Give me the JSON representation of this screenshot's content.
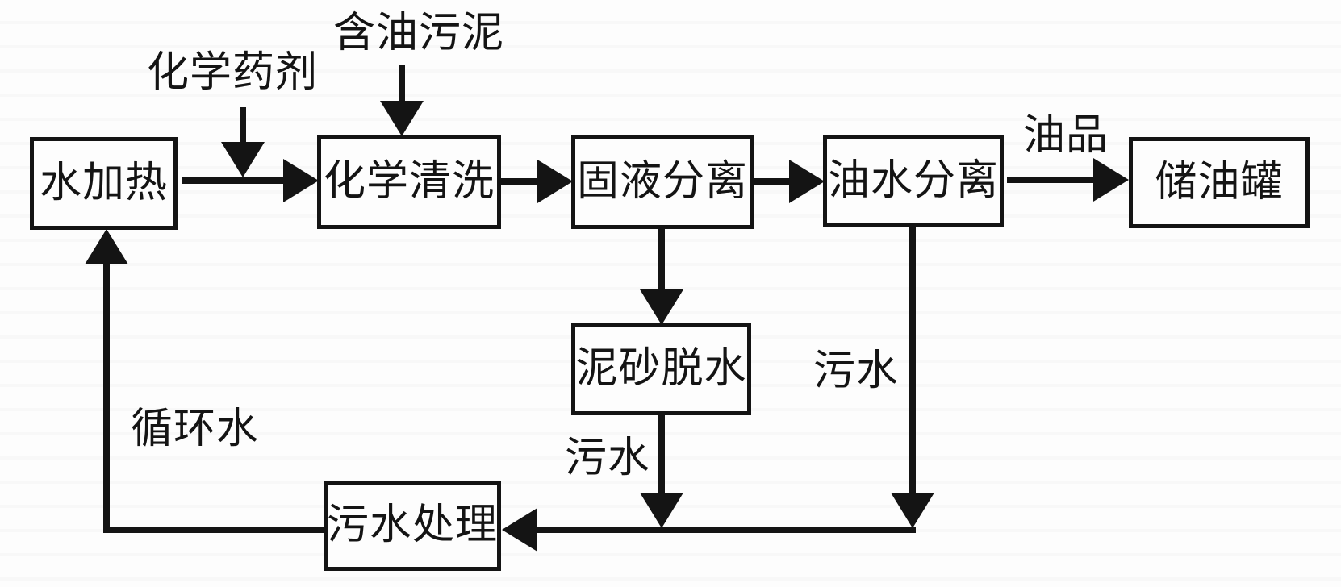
{
  "diagram": {
    "background_color": "#fdfdfd",
    "stroke_color": "#141414",
    "nodes": {
      "water_heating": "水加热",
      "chemical_cleaning": "化学清洗",
      "solid_liquid_separation": "固液分离",
      "oil_water_separation": "油水分离",
      "oil_storage_tank": "储油罐",
      "sand_dewatering": "泥砂脱水",
      "wastewater_treatment": "污水处理"
    },
    "labels": {
      "chemical_agent": "化学药剂",
      "oily_sludge": "含油污泥",
      "oil_product": "油品",
      "wastewater_from_separation": "污水",
      "wastewater_from_dewatering": "污水",
      "circulating_water": "循环水"
    },
    "edges": [
      {
        "from": "水加热",
        "to": "化学清洗",
        "label": ""
      },
      {
        "from": "化学药剂",
        "to": "化学清洗",
        "label": ""
      },
      {
        "from": "含油污泥",
        "to": "化学清洗",
        "label": ""
      },
      {
        "from": "化学清洗",
        "to": "固液分离",
        "label": ""
      },
      {
        "from": "固液分离",
        "to": "油水分离",
        "label": ""
      },
      {
        "from": "油水分离",
        "to": "储油罐",
        "label": "油品"
      },
      {
        "from": "固液分离",
        "to": "泥砂脱水",
        "label": ""
      },
      {
        "from": "泥砂脱水",
        "to": "污水处理",
        "label": "污水"
      },
      {
        "from": "油水分离",
        "to": "污水处理",
        "label": "污水"
      },
      {
        "from": "污水处理",
        "to": "水加热",
        "label": "循环水"
      }
    ]
  }
}
